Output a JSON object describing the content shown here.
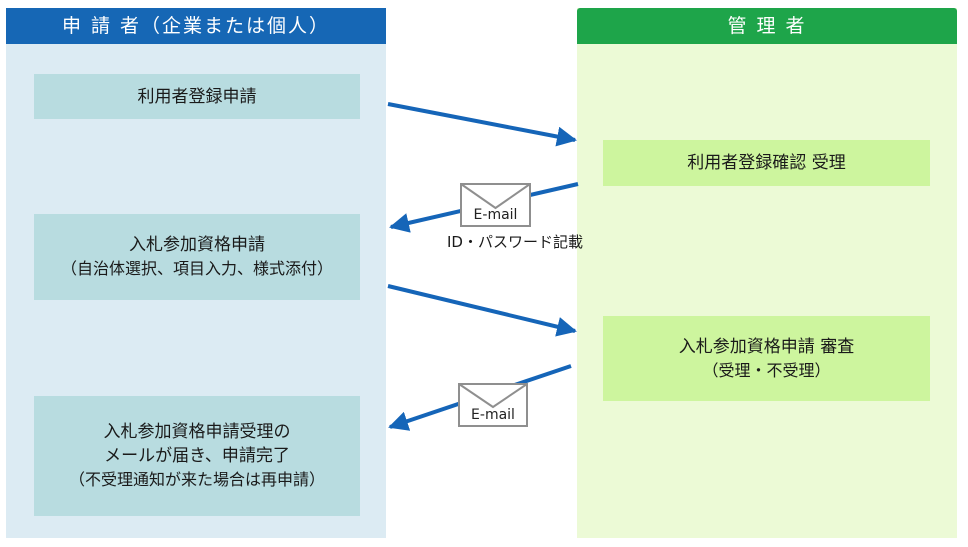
{
  "applicant": {
    "header": "申 請 者（企業または個人）",
    "box1": {
      "line1": "利用者登録申請"
    },
    "box2": {
      "line1": "入札参加資格申請",
      "line2": "（自治体選択、項目入力、様式添付）"
    },
    "box3": {
      "line1": "入札参加資格申請受理の",
      "line2": "メールが届き、申請完了",
      "line3": "（不受理通知が来た場合は再申請）"
    }
  },
  "admin": {
    "header": "管 理 者",
    "box1": {
      "line1": "利用者登録確認 受理"
    },
    "box2": {
      "line1": "入札参加資格申請 審査",
      "line2": "（受理・不受理）"
    }
  },
  "mail1": {
    "label": "E-mail",
    "note": "ID・パスワード記載"
  },
  "mail2": {
    "label": "E-mail"
  },
  "colors": {
    "applicant_header": "#1667b5",
    "admin_header": "#1ea54a",
    "arrow": "#1565b8"
  }
}
